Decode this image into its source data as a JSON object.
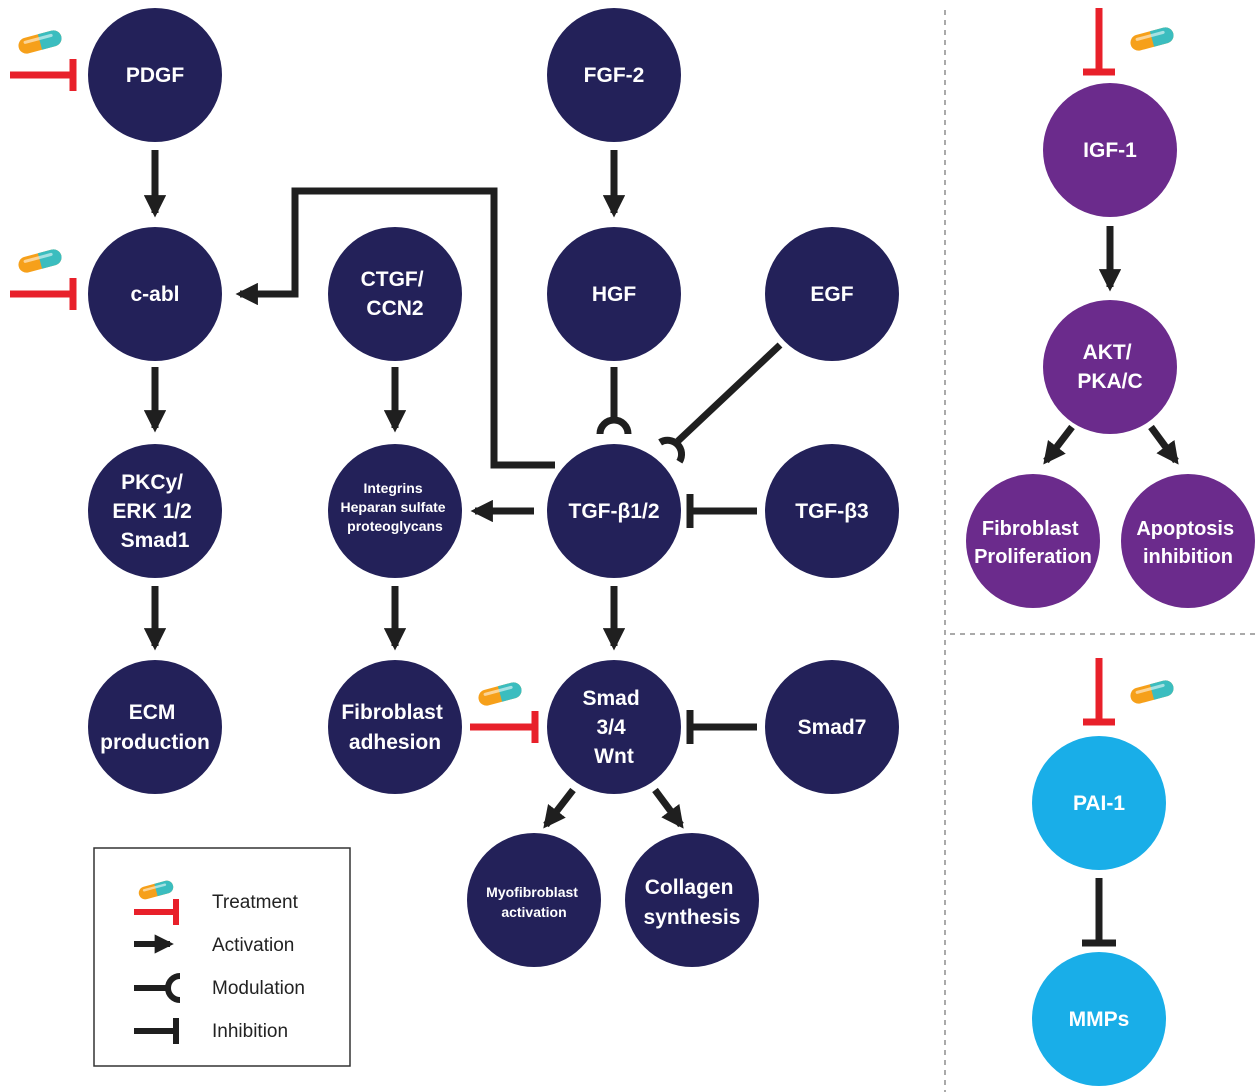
{
  "colors": {
    "navy": "#232159",
    "purple": "#6b2b8c",
    "cyan": "#19aee8",
    "arrow": "#1f1f1f",
    "treatment_red": "#e8202a",
    "pill_orange": "#f6a01a",
    "pill_teal": "#3bbdbf",
    "divider": "#aaaaaa"
  },
  "nodes": {
    "pdgf": [
      "PDGF"
    ],
    "cabl": [
      "c-abl"
    ],
    "pkc": [
      "PKCy/",
      "ERK 1/2",
      "Smad1"
    ],
    "ecm": [
      "ECM",
      "production"
    ],
    "ctgf": [
      "CTGF/",
      "CCN2"
    ],
    "integrins": [
      "Integrins",
      "Heparan sulfate",
      "proteoglycans"
    ],
    "fibro_adhesion": [
      "Fibroblast",
      "adhesion"
    ],
    "fgf2": [
      "FGF-2"
    ],
    "hgf": [
      "HGF"
    ],
    "tgfb12": [
      "TGF-β1/2"
    ],
    "smad34": [
      "Smad",
      "3/4",
      "Wnt"
    ],
    "myofibroblast": [
      "Myofibroblast",
      "activation"
    ],
    "collagen": [
      "Collagen",
      "synthesis"
    ],
    "egf": [
      "EGF"
    ],
    "tgfb3": [
      "TGF-β3"
    ],
    "smad7": [
      "Smad7"
    ],
    "igf1": [
      "IGF-1"
    ],
    "akt": [
      "AKT/",
      "PKA/C"
    ],
    "fibro_prolif": [
      "Fibroblast",
      "Proliferation"
    ],
    "apoptosis": [
      "Apoptosis",
      "inhibition"
    ],
    "pai1": [
      "PAI-1"
    ],
    "mmps": [
      "MMPs"
    ]
  },
  "legend": {
    "treatment": "Treatment",
    "activation": "Activation",
    "modulation": "Modulation",
    "inhibition": "Inhibition"
  }
}
